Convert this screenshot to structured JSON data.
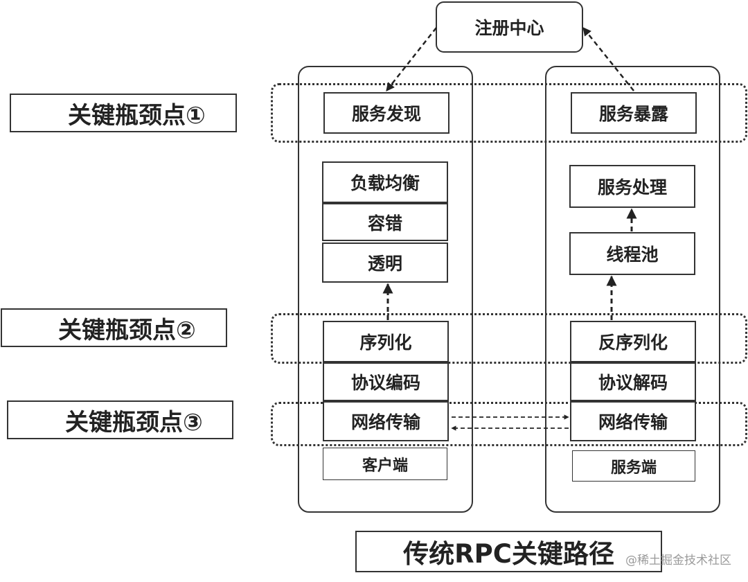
{
  "registry": "注册中心",
  "bottlenecks": [
    "关键瓶颈点①",
    "关键瓶颈点②",
    "关键瓶颈点③"
  ],
  "client": {
    "discovery": "服务发现",
    "stack": [
      "负载均衡",
      "容错",
      "透明"
    ],
    "serialization": "序列化",
    "protocol": "协议编码",
    "transport": "网络传输",
    "label": "客户端"
  },
  "server": {
    "exposure": "服务暴露",
    "processing": "服务处理",
    "threadpool": "线程池",
    "deserialization": "反序列化",
    "protocol": "协议解码",
    "transport": "网络传输",
    "label": "服务端"
  },
  "caption": "传统RPC关键路径",
  "watermark": "@稀土掘金技术社区"
}
